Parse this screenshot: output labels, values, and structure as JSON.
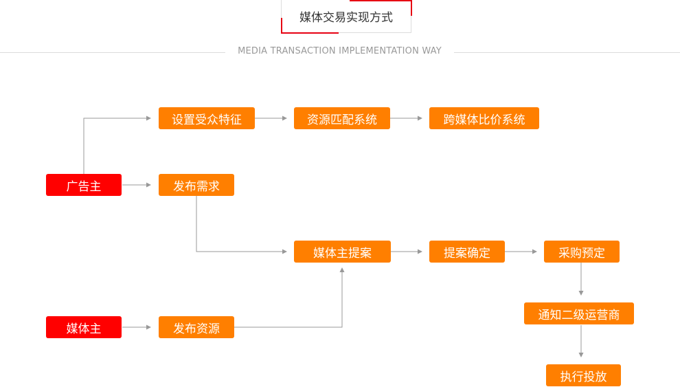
{
  "header": {
    "title": "媒体交易实现方式",
    "subtitle": "MEDIA TRANSACTION IMPLEMENTATION WAY"
  },
  "colors": {
    "orange": "#ff7f00",
    "red": "#ff0000",
    "accent": "#e60012",
    "connector": "#999999"
  },
  "nodes": {
    "set_audience": "设置受众特征",
    "resource_matching": "资源匹配系统",
    "cross_media_pricing": "跨媒体比价系统",
    "advertiser": "广告主",
    "publish_demand": "发布需求",
    "media_proposal": "媒体主提案",
    "proposal_confirm": "提案确定",
    "purchase_booking": "采购预定",
    "notify_operator": "通知二级运营商",
    "execute_delivery": "执行投放",
    "media_owner": "媒体主",
    "publish_resource": "发布资源"
  }
}
